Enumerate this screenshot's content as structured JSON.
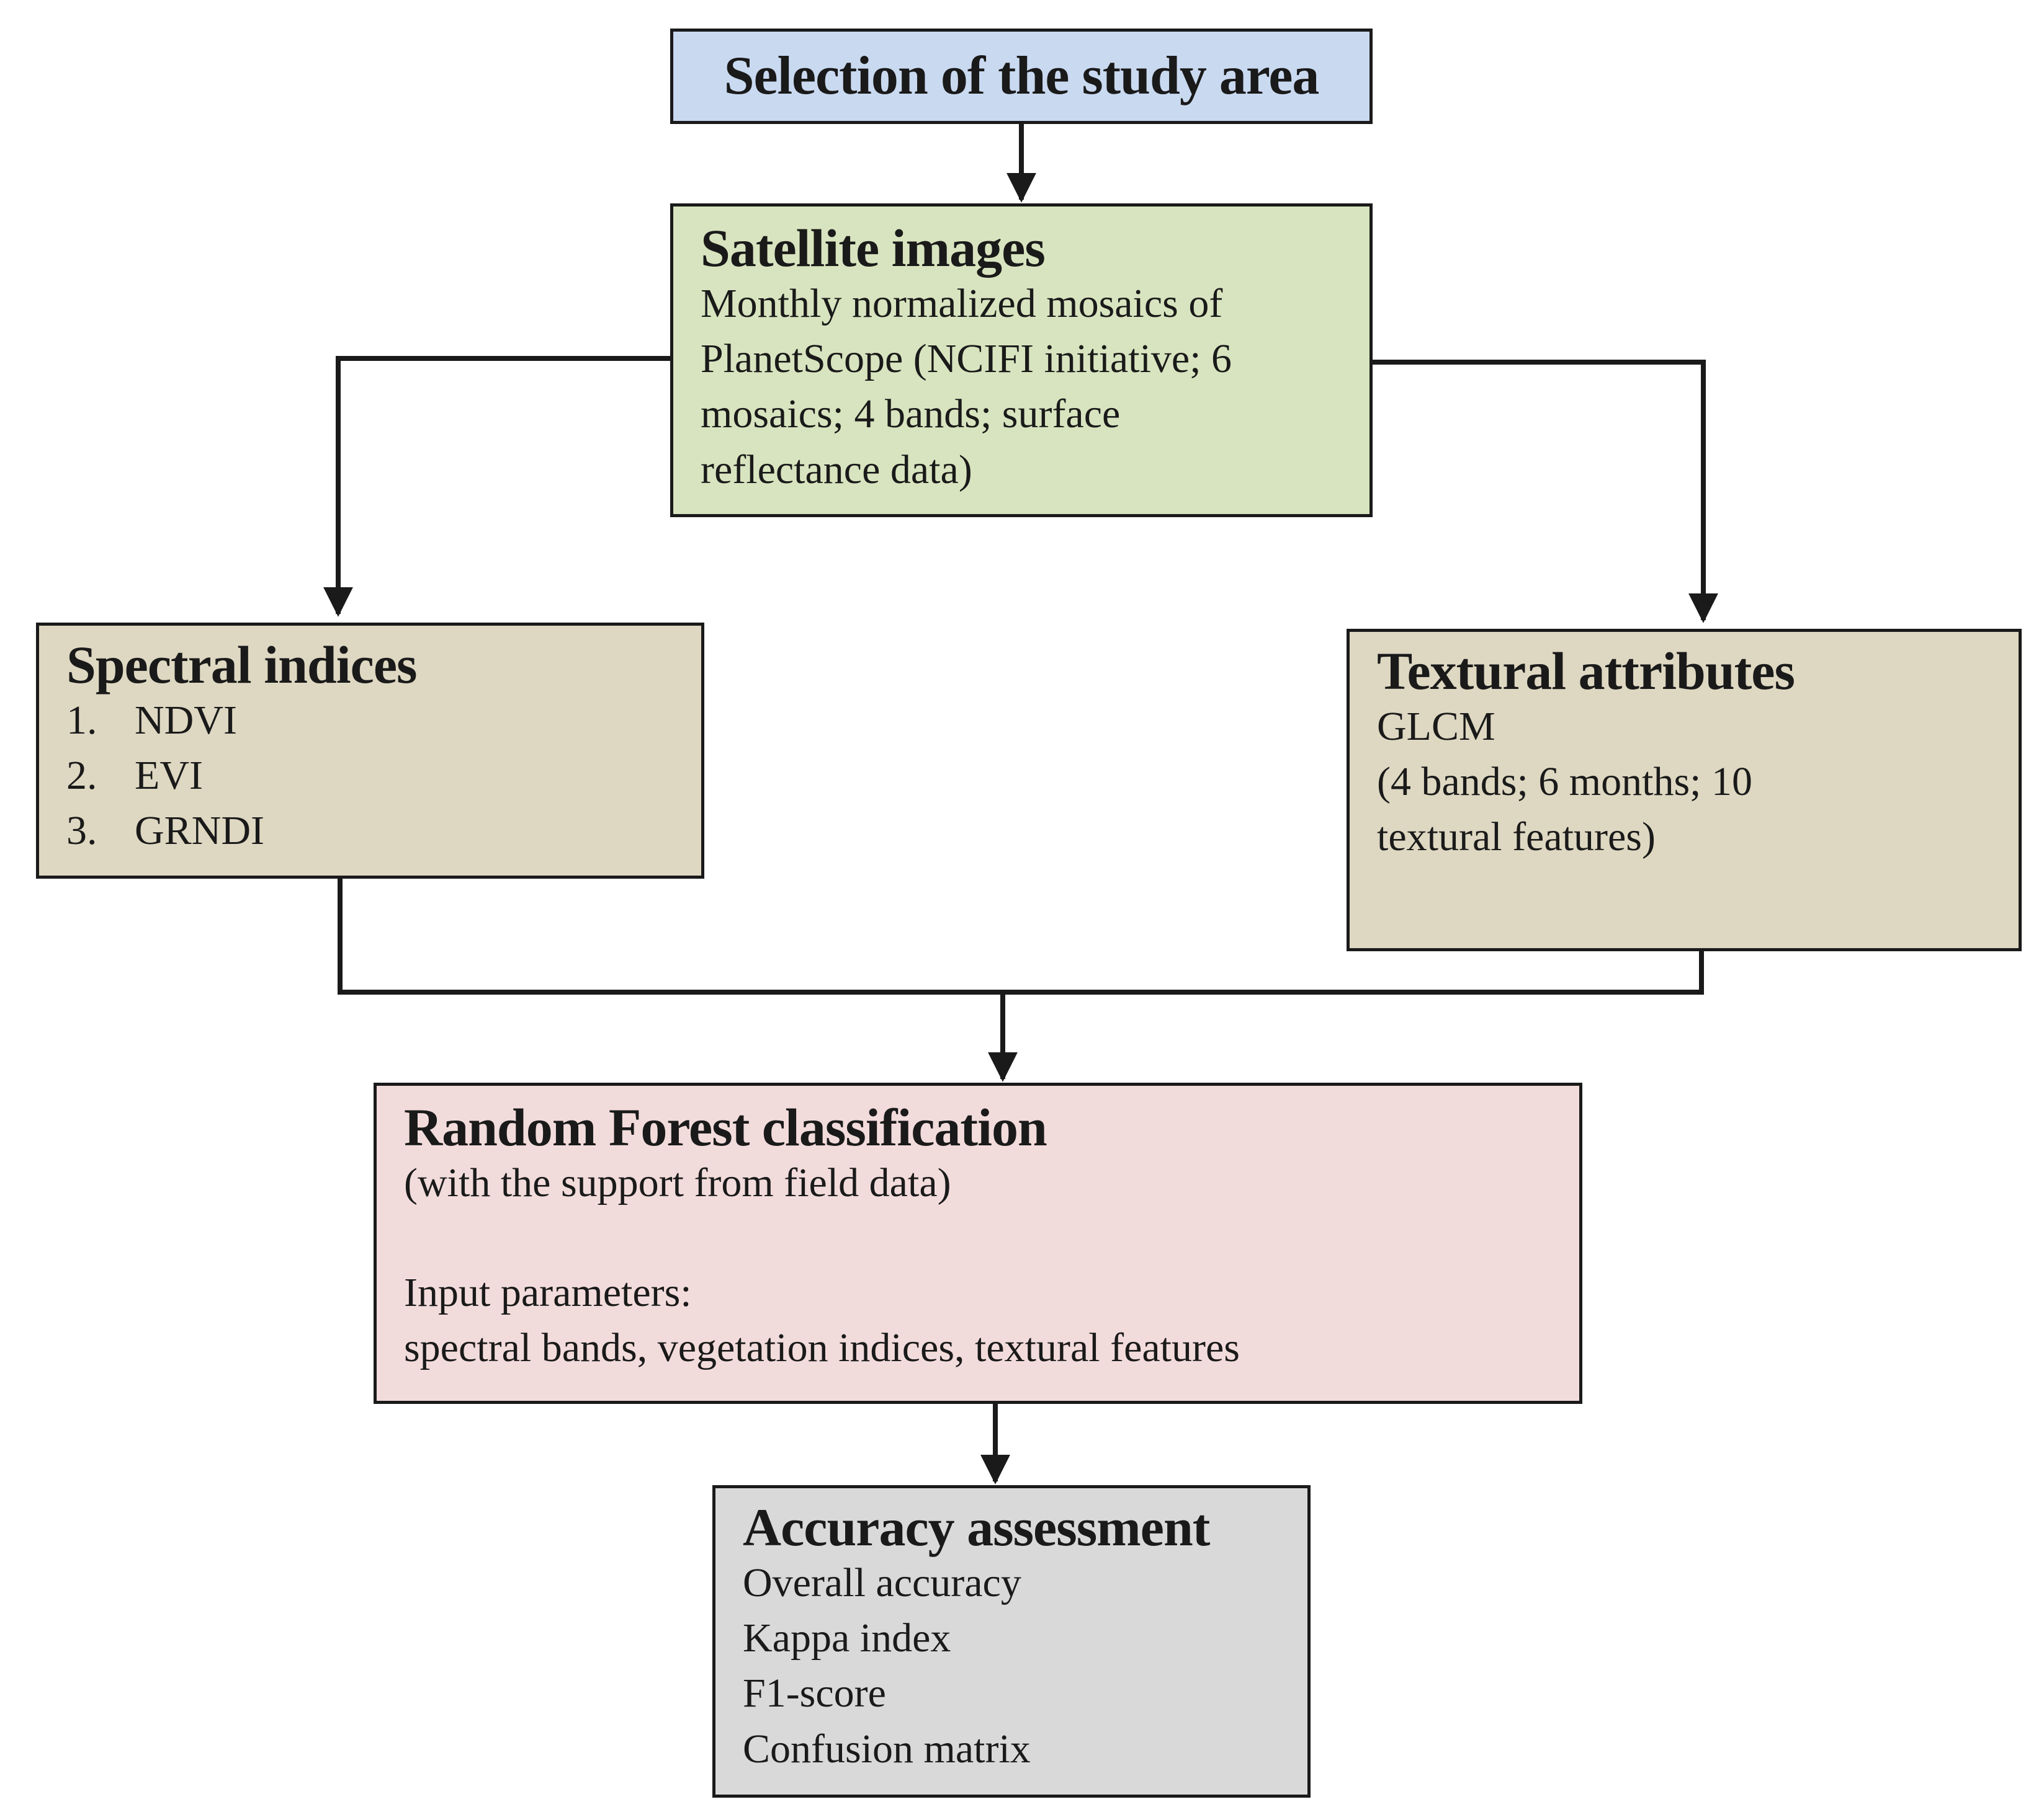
{
  "study_area": {
    "title": "Selection of the study area"
  },
  "satellite": {
    "title": "Satellite images",
    "lines": [
      "Monthly normalized mosaics of",
      "PlanetScope (NCIFI initiative; 6",
      "mosaics; 4 bands; surface",
      "reflectance data)"
    ]
  },
  "spectral": {
    "title": "Spectral indices",
    "items": [
      {
        "num": "1.",
        "label": "NDVI"
      },
      {
        "num": "2.",
        "label": "EVI"
      },
      {
        "num": "3.",
        "label": "GRNDI"
      }
    ]
  },
  "textural": {
    "title": "Textural attributes",
    "lines": [
      "GLCM",
      "(4 bands; 6 months; 10",
      "textural features)"
    ]
  },
  "random_forest": {
    "title": "Random Forest classification",
    "subtitle": "(with the support from field data)",
    "params_label": "Input parameters:",
    "params": "spectral bands, vegetation indices, textural features"
  },
  "accuracy": {
    "title": "Accuracy assessment",
    "lines": [
      "Overall accuracy",
      "Kappa index",
      "F1-score",
      "Confusion matrix"
    ]
  }
}
